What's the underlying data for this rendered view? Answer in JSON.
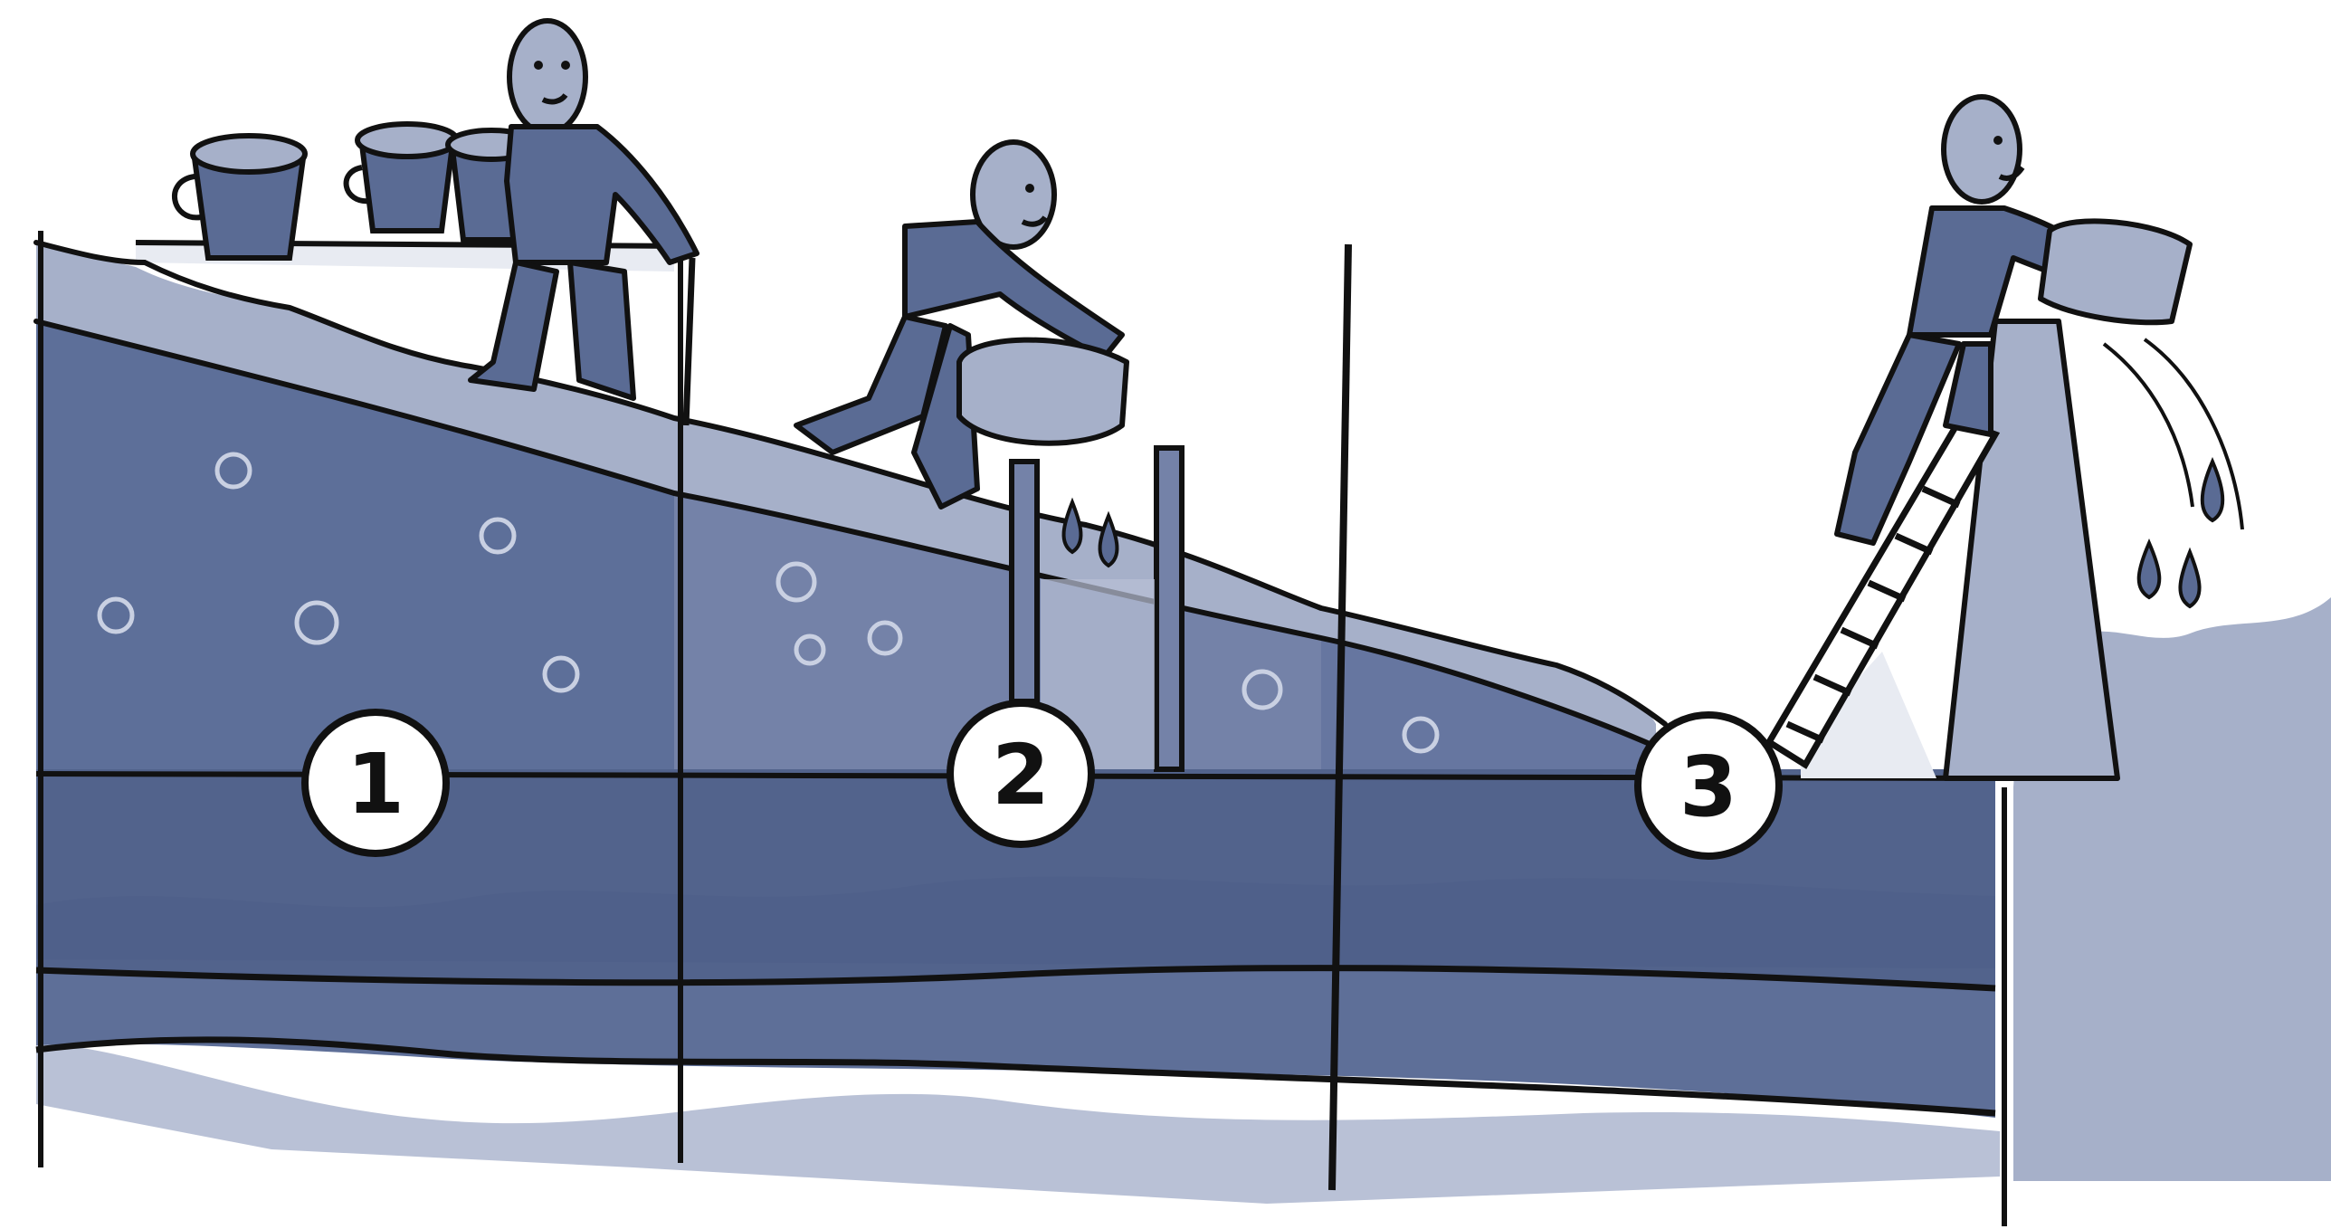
{
  "palette": {
    "background": "#ffffff",
    "ink": "#111111",
    "aquifer_upper": "#5d6f99",
    "aquifer_middle": "#52638c",
    "aquifer_lower": "#5e6f98",
    "surface_soil": "#a6b0c9",
    "light_wash": "#b9c1d6",
    "figure": "#5a6b94",
    "badge": "#ffffff"
  },
  "stages": [
    {
      "number": "1"
    },
    {
      "number": "2"
    },
    {
      "number": "3"
    }
  ]
}
